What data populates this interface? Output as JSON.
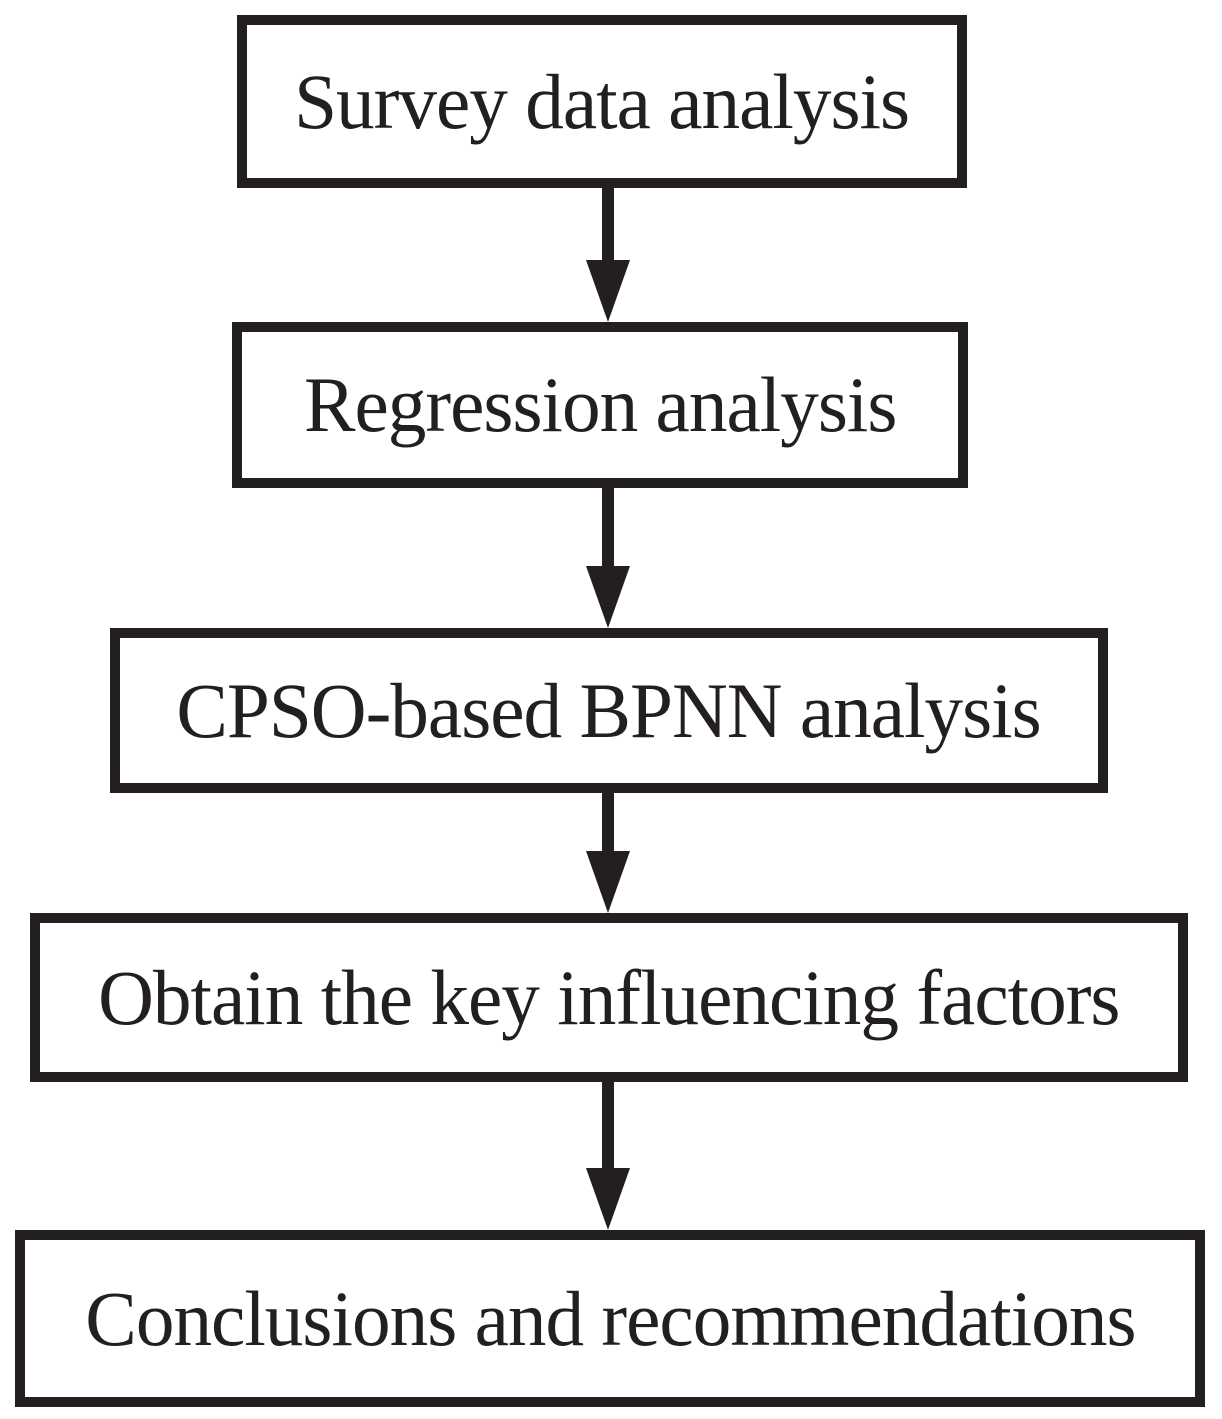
{
  "flowchart": {
    "nodes": [
      {
        "id": "survey",
        "label": "Survey data analysis"
      },
      {
        "id": "regression",
        "label": "Regression analysis"
      },
      {
        "id": "cpso-bpnn",
        "label": "CPSO-based BPNN analysis"
      },
      {
        "id": "key-factors",
        "label": "Obtain the key influencing factors"
      },
      {
        "id": "conclusions",
        "label": "Conclusions and recommendations"
      }
    ],
    "edges": [
      {
        "from": "survey",
        "to": "regression"
      },
      {
        "from": "regression",
        "to": "cpso-bpnn"
      },
      {
        "from": "cpso-bpnn",
        "to": "key-factors"
      },
      {
        "from": "key-factors",
        "to": "conclusions"
      }
    ],
    "colors": {
      "stroke": "#231f20",
      "fill": "#ffffff",
      "background": "#ffffff"
    }
  }
}
